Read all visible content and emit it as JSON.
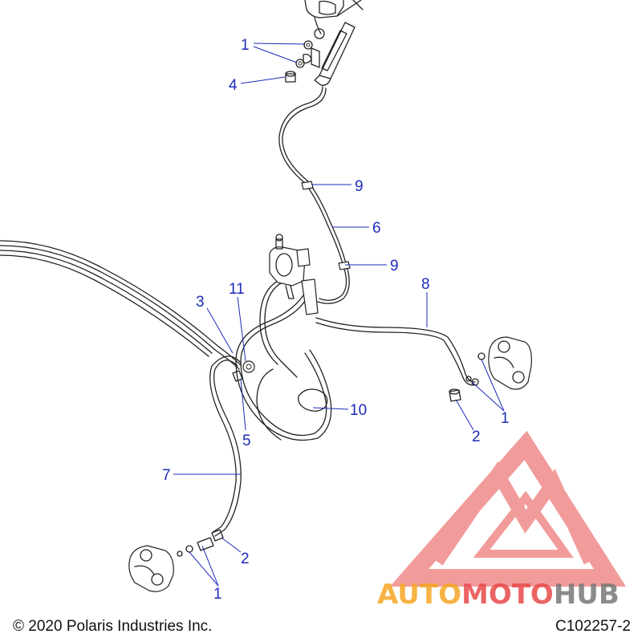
{
  "callouts": [
    {
      "id": "c1a",
      "label": "1"
    },
    {
      "id": "c4",
      "label": "4"
    },
    {
      "id": "c9a",
      "label": "9"
    },
    {
      "id": "c6",
      "label": "6"
    },
    {
      "id": "c9b",
      "label": "9"
    },
    {
      "id": "c8",
      "label": "8"
    },
    {
      "id": "c3",
      "label": "3"
    },
    {
      "id": "c11",
      "label": "11"
    },
    {
      "id": "c10",
      "label": "10"
    },
    {
      "id": "c5",
      "label": "5"
    },
    {
      "id": "c1b",
      "label": "1"
    },
    {
      "id": "c2a",
      "label": "2"
    },
    {
      "id": "c7",
      "label": "7"
    },
    {
      "id": "c2b",
      "label": "2"
    },
    {
      "id": "c1c",
      "label": "1"
    }
  ],
  "footer": {
    "copyright": "© 2020 Polaris Industries Inc.",
    "code": "C102257-2"
  },
  "watermark": {
    "part1": "AUTO",
    "part2": "MOTO",
    "part3": "HUB",
    "color_orange": "#f5a623",
    "color_red": "#e84a4a",
    "color_gray": "#777777"
  }
}
